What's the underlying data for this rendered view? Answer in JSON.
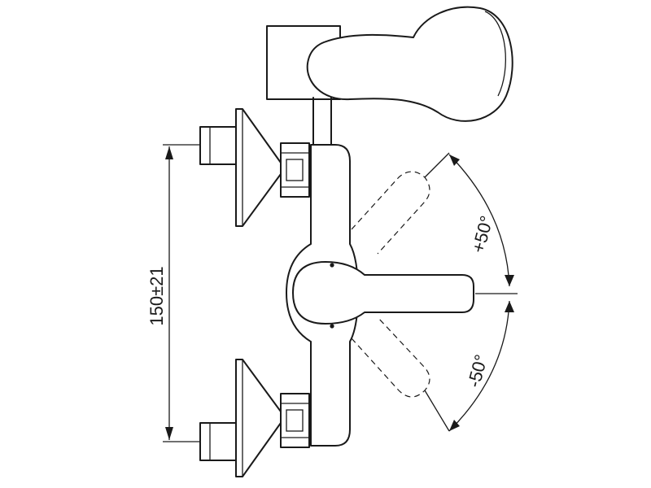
{
  "drawing": {
    "subject": "wall-mounted bath mixer with hand shower, technical drawing",
    "dimension_label": "150±21",
    "angle_up_label": "+50°",
    "angle_down_label": "-50°"
  }
}
